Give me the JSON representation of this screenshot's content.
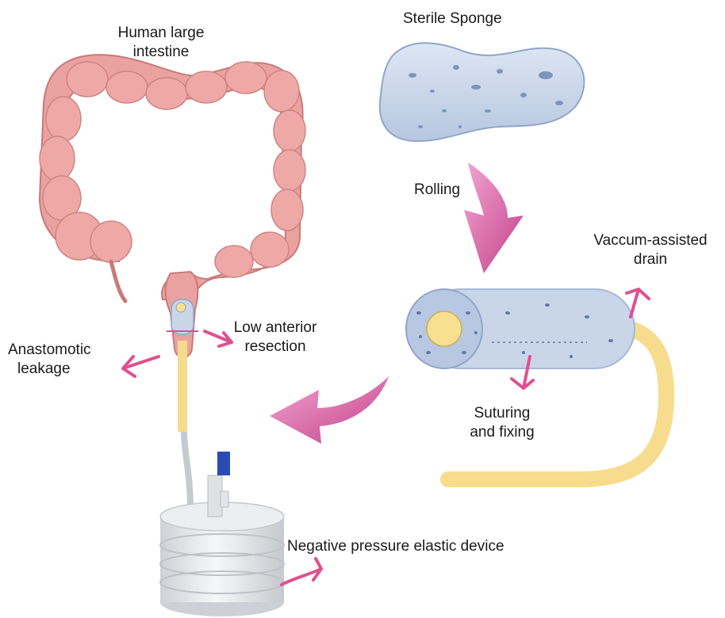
{
  "labels": {
    "intestine": [
      "Human large",
      "intestine"
    ],
    "sponge": "Sterile Sponge",
    "rolling": "Rolling",
    "vacuum": [
      "Vaccum-assisted",
      "drain"
    ],
    "resection": [
      "Low anterior",
      "resection"
    ],
    "leakage": [
      "Anastomotic",
      "leakage"
    ],
    "suturing": [
      "Suturing",
      "and fixing"
    ],
    "device": "Negative pressure elastic device"
  },
  "colors": {
    "intestine": "#e9a2a0",
    "intestine_dark": "#c97a79",
    "sponge": "#c9d6ea",
    "sponge_dark": "#8fa6c8",
    "pores": "#5c79a8",
    "tube": "#f7dc8e",
    "arrow": "#d0559a",
    "arrow_light": "#ec86c0",
    "device": "#e4e6e8",
    "cap": "#2a4db2"
  },
  "icons": [
    "curved-arrow-icon",
    "big-arrow-icon"
  ]
}
